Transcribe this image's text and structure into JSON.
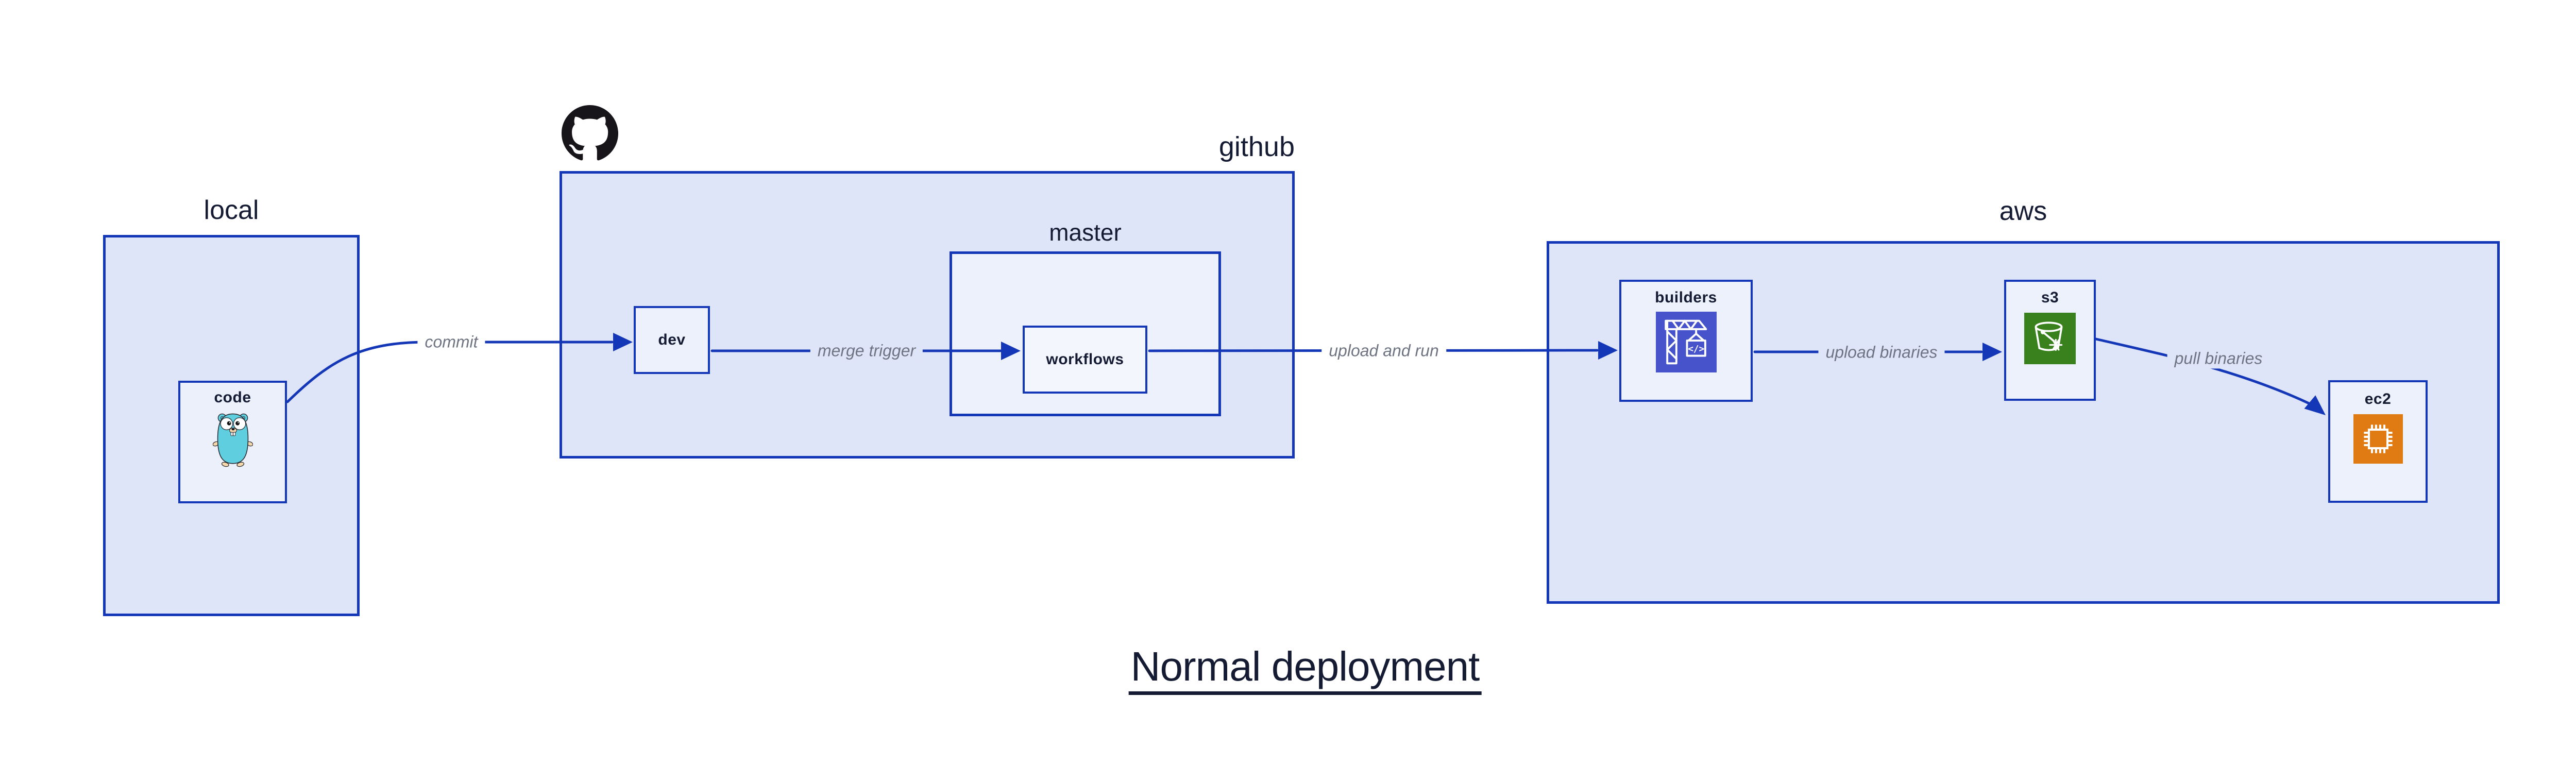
{
  "title": {
    "text": "Normal deployment"
  },
  "colors": {
    "box_border": "#1437b8",
    "arrow": "#1437b8",
    "outer_box_fill": "#dfe5f9",
    "inner_box_fill": "#edf1fc",
    "workflows_box_fill": "#f4f6fd",
    "label_text": "#141b33",
    "edge_label_text": "#6f7482",
    "github_logo": "#17151a",
    "gopher_body": "#5fcfe0",
    "gopher_accent": "#f6d7ab",
    "codebuild_icon_bg": "#4653ca",
    "s3_icon_bg": "#38811d",
    "ec2_icon_bg": "#e07b13"
  },
  "containers": {
    "local": {
      "label": "local"
    },
    "github": {
      "label": "github"
    },
    "master": {
      "label": "master"
    },
    "aws": {
      "label": "aws"
    }
  },
  "nodes": {
    "code": {
      "label": "code",
      "icon": "go-gopher-icon"
    },
    "dev": {
      "label": "dev"
    },
    "workflows": {
      "label": "workflows"
    },
    "builders": {
      "label": "builders",
      "icon": "aws-codebuild-icon"
    },
    "s3": {
      "label": "s3",
      "icon": "aws-s3-bucket-icon"
    },
    "ec2": {
      "label": "ec2",
      "icon": "aws-ec2-chip-icon"
    }
  },
  "edges": [
    {
      "label": "commit",
      "from": "code",
      "to": "dev"
    },
    {
      "label": "merge trigger",
      "from": "dev",
      "to": "workflows"
    },
    {
      "label": "upload and run",
      "from": "workflows",
      "to": "builders"
    },
    {
      "label": "upload binaries",
      "from": "builders",
      "to": "s3"
    },
    {
      "label": "pull binaries",
      "from": "s3",
      "to": "ec2"
    }
  ],
  "codebuild_glyph": "</>"
}
